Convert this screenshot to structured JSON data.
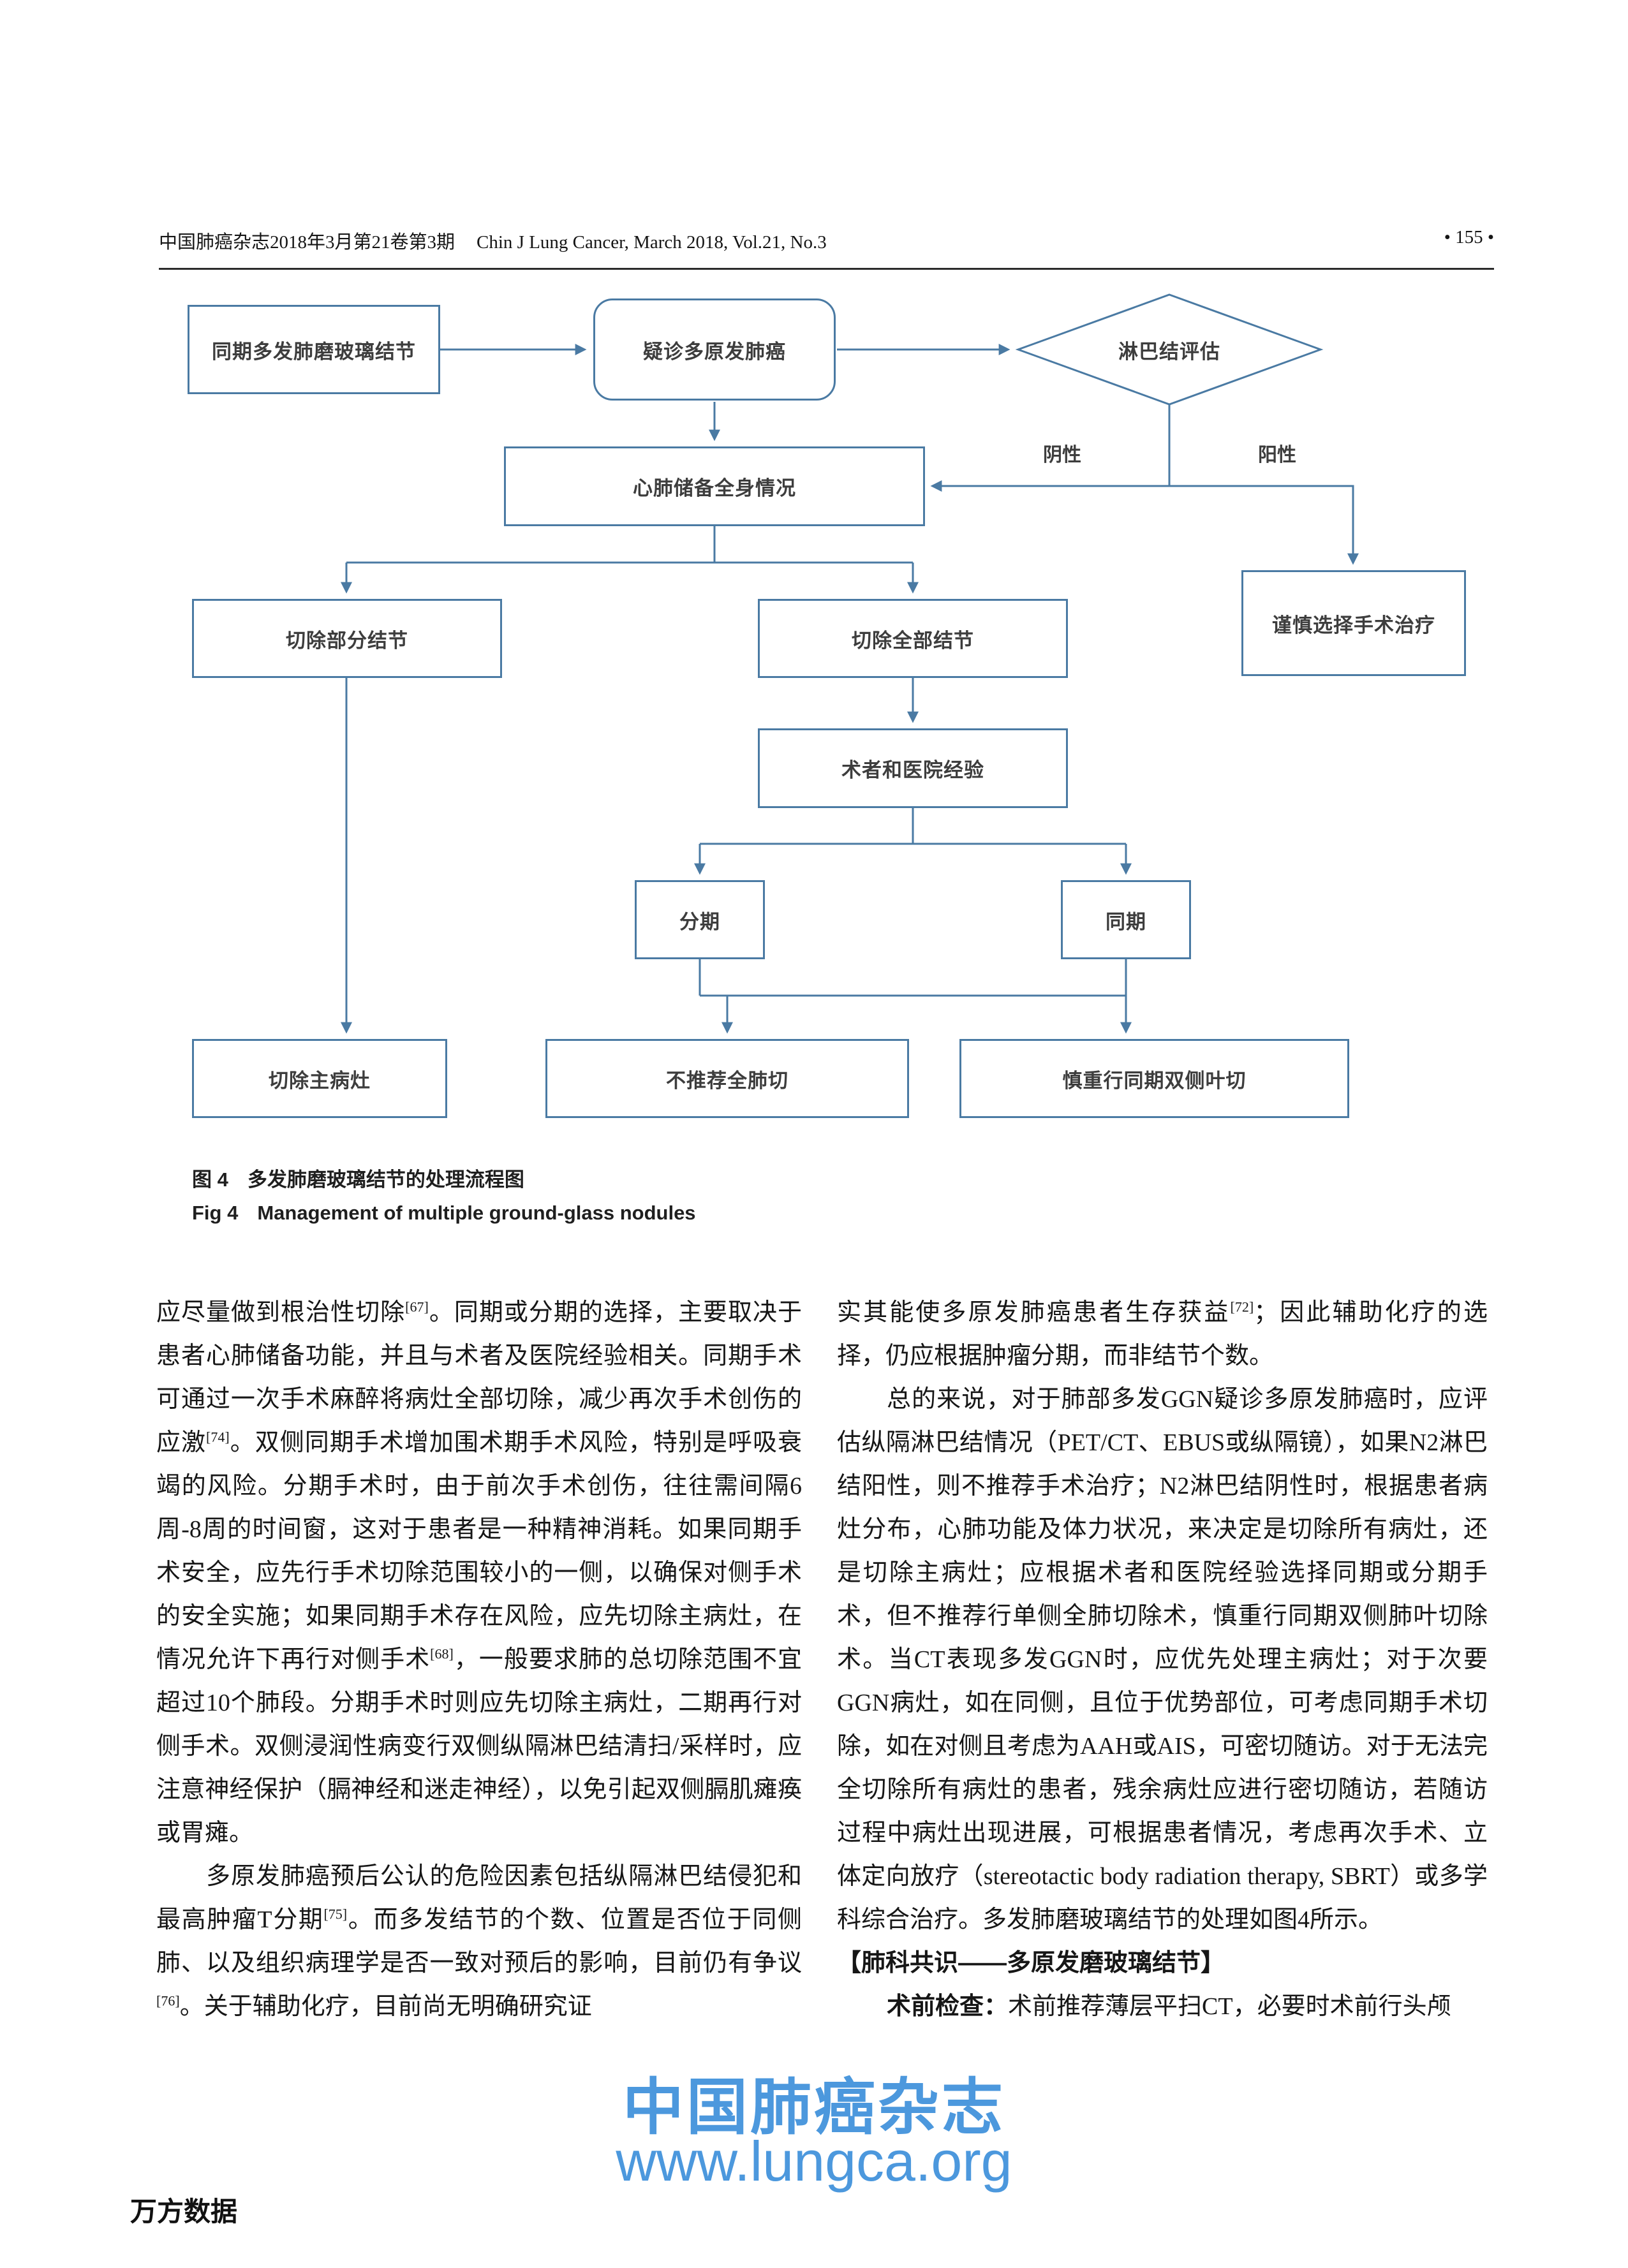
{
  "header": {
    "journal_cn": "中国肺癌杂志2018年3月第21卷第3期",
    "journal_en": "Chin J Lung Cancer, March 2018, Vol.21, No.3",
    "page_number": "• 155 •"
  },
  "figure": {
    "accent_color": "#4a7aa3",
    "nodes": [
      {
        "id": "sync-multiple-ggn",
        "label": "同期多发肺磨玻璃结节"
      },
      {
        "id": "suspected-mplc",
        "label": "疑诊多原发肺癌"
      },
      {
        "id": "lymph-node-eval",
        "label": "淋巴结评估"
      },
      {
        "id": "cardiopulmonary-reserve",
        "label": "心肺储备全身情况"
      },
      {
        "id": "cautious-surgery-choice",
        "label": "谨慎选择手术治疗"
      },
      {
        "id": "resect-partial-nodules",
        "label": "切除部分结节"
      },
      {
        "id": "resect-all-nodules",
        "label": "切除全部结节"
      },
      {
        "id": "surgeon-hospital-experience",
        "label": "术者和医院经验"
      },
      {
        "id": "staged",
        "label": "分期"
      },
      {
        "id": "simultaneous",
        "label": "同期"
      },
      {
        "id": "resect-main-lesion",
        "label": "切除主病灶"
      },
      {
        "id": "no-total-pneumonectomy",
        "label": "不推荐全肺切"
      },
      {
        "id": "cautious-bilateral-lobectomy",
        "label": "慎重行同期双侧叶切"
      }
    ],
    "edge_labels": [
      {
        "label": "阴性"
      },
      {
        "label": "阳性"
      }
    ],
    "caption": {
      "label_cn": "图 4",
      "text_cn": "多发肺磨玻璃结节的处理流程图",
      "label_en": "Fig 4",
      "text_en": "Management of multiple ground-glass nodules"
    }
  },
  "article": {
    "left_column": [
      {
        "indent": false,
        "text": "应尽量做到根治性切除[67]。同期或分期的选择，主要取决于患者心肺储备功能，并且与术者及医院经验相关。同期手术可通过一次手术麻醉将病灶全部切除，减少再次手术创伤的应激[74]。双侧同期手术增加围术期手术风险，特别是呼吸衰竭的风险。分期手术时，由于前次手术创伤，往往需间隔6周-8周的时间窗，这对于患者是一种精神消耗。如果同期手术安全，应先行手术切除范围较小的一侧，以确保对侧手术的安全实施；如果同期手术存在风险，应先切除主病灶，在情况允许下再行对侧手术[68]，一般要求肺的总切除范围不宜超过10个肺段。分期手术时则应先切除主病灶，二期再行对侧手术。双侧浸润性病变行双侧纵隔淋巴结清扫/采样时，应注意神经保护（膈神经和迷走神经），以免引起双侧膈肌瘫痪或胃瘫。"
      },
      {
        "indent": true,
        "text": "多原发肺癌预后公认的危险因素包括纵隔淋巴结侵犯和最高肿瘤T分期[75]。而多发结节的个数、位置是否位于同侧肺、以及组织病理学是否一致对预后的影响，目前仍有争议[76]。关于辅助化疗，目前尚无明确研究证"
      }
    ],
    "right_column": [
      {
        "indent": false,
        "text": "实其能使多原发肺癌患者生存获益[72]；因此辅助化疗的选择，仍应根据肿瘤分期，而非结节个数。"
      },
      {
        "indent": true,
        "text": "总的来说，对于肺部多发GGN疑诊多原发肺癌时，应评估纵隔淋巴结情况（PET/CT、EBUS或纵隔镜），如果N2淋巴结阳性，则不推荐手术治疗；N2淋巴结阴性时，根据患者病灶分布，心肺功能及体力状况，来决定是切除所有病灶，还是切除主病灶；应根据术者和医院经验选择同期或分期手术，但不推荐行单侧全肺切除术，慎重行同期双侧肺叶切除术。当CT表现多发GGN时，应优先处理主病灶；对于次要GGN病灶，如在同侧，且位于优势部位，可考虑同期手术切除，如在对侧且考虑为AAH或AIS，可密切随访。对于无法完全切除所有病灶的患者，残余病灶应进行密切随访，若随访过程中病灶出现进展，可根据患者情况，考虑再次手术、立体定向放疗（stereotactic body radiation therapy, SBRT）或多学科综合治疗。多发肺磨玻璃结节的处理如图4所示。"
      },
      {
        "indent": false,
        "bold": true,
        "text": "【肺科共识——多原发磨玻璃结节】"
      },
      {
        "indent": true,
        "lead": "术前检查：",
        "text": "术前推荐薄层平扫CT，必要时术前行头颅"
      }
    ]
  },
  "watermark": {
    "line1": "中国肺癌杂志",
    "line2": "www.lungca.org",
    "color": "#2d87d8"
  },
  "footer": {
    "provider": "万方数据"
  }
}
